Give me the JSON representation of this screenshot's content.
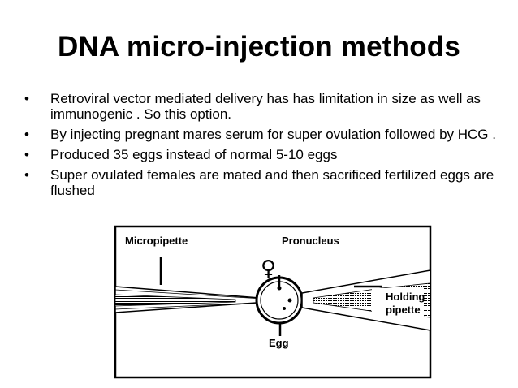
{
  "slide": {
    "title": "DNA  micro-injection methods",
    "bullet_symbol": "•",
    "bullets": [
      "Retroviral vector mediated delivery has has limitation in size as well as immunogenic . So this option.",
      "By injecting pregnant mares serum for  super ovulation followed by HCG .",
      "Produced 35 eggs instead of normal 5-10 eggs",
      "Super ovulated females are mated and then sacrificed fertilized eggs are flushed"
    ]
  },
  "figure": {
    "labels": {
      "micropipette": "Micropipette",
      "pronucleus": "Pronucleus",
      "female_symbol": "♀",
      "holding_line1": "Holding",
      "holding_line2": "pipette",
      "egg": "Egg"
    }
  }
}
